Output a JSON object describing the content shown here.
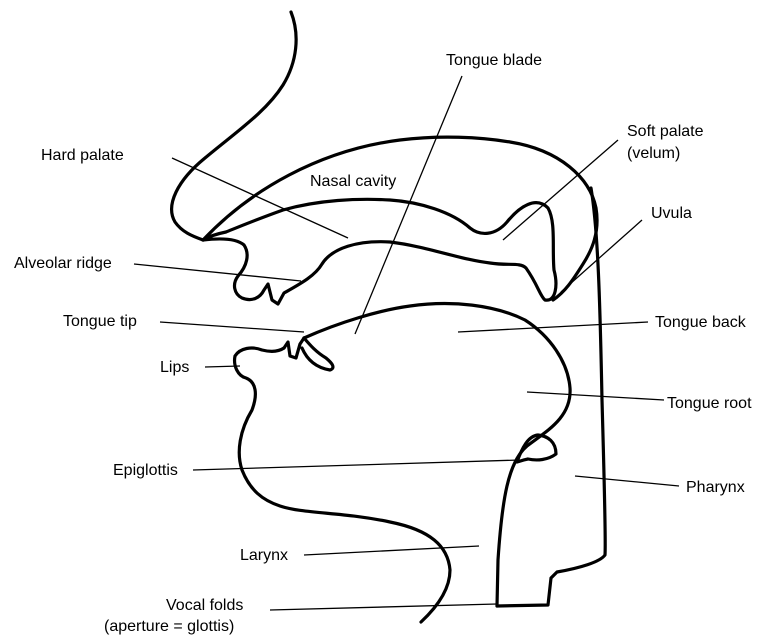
{
  "labels": {
    "tongue_blade": "Tongue blade",
    "hard_palate": "Hard palate",
    "soft_palate_1": "Soft palate",
    "soft_palate_2": "(velum)",
    "nasal_cavity": "Nasal cavity",
    "uvula": "Uvula",
    "alveolar_ridge": "Alveolar ridge",
    "tongue_tip": "Tongue tip",
    "tongue_back": "Tongue back",
    "lips": "Lips",
    "tongue_root": "Tongue root",
    "epiglottis": "Epiglottis",
    "pharynx": "Pharynx",
    "larynx": "Larynx",
    "vocal_folds_1": "Vocal folds",
    "vocal_folds_2": "(aperture = glottis)"
  }
}
